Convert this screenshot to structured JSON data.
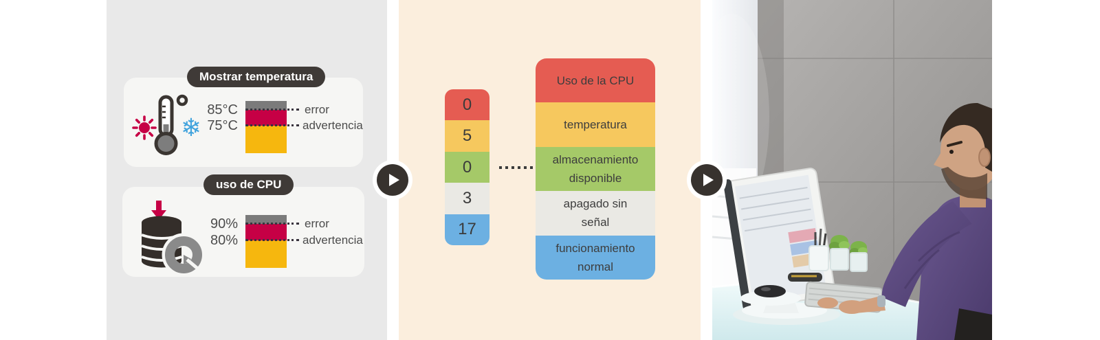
{
  "monitor_panel": {
    "cards": [
      {
        "badge": "Mostrar temperatura",
        "icon": "thermometer-hot-cold",
        "rows": [
          {
            "value": "85°C",
            "label": "error"
          },
          {
            "value": "75°C",
            "label": "advertencia"
          }
        ]
      },
      {
        "badge": "uso de CPU",
        "icon": "storage-usage-chart",
        "rows": [
          {
            "value": "90%",
            "label": "error"
          },
          {
            "value": "80%",
            "label": "advertencia"
          }
        ]
      }
    ]
  },
  "status_panel": {
    "counts": [
      "0",
      "5",
      "0",
      "3",
      "17"
    ],
    "categories": [
      "Uso de la CPU",
      "temperatura",
      "almacenamiento disponible",
      "apagado sin señal",
      "funcionamiento normal"
    ]
  },
  "colors": {
    "panel_monitor_bg": "#e9e9e9",
    "panel_status_bg": "#fbeedd",
    "badge_bg": "#3f3a37",
    "threshold_gray": "#7b7b7b",
    "threshold_red": "#c60045",
    "threshold_yellow": "#f6b70e",
    "status_red": "#e55c52",
    "status_yellow": "#f6c85e",
    "status_green": "#a5c968",
    "status_gray": "#eae9e4",
    "status_blue": "#6cb0e2",
    "play_button": "#37322e",
    "shirt_purple": "#5c4a80"
  }
}
